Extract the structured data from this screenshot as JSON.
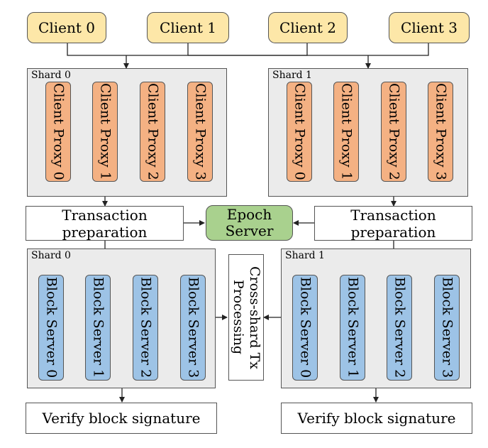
{
  "clients": [
    "Client 0",
    "Client 1",
    "Client 2",
    "Client 3"
  ],
  "shards": [
    {
      "label": "Shard 0",
      "proxies": [
        "Client Proxy 0",
        "Client Proxy 1",
        "Client Proxy 2",
        "Client Proxy 3"
      ],
      "prep": [
        "Transaction",
        "preparation"
      ],
      "servers": [
        "Block Server 0",
        "Block Server 1",
        "Block Server 2",
        "Block Server 3"
      ],
      "verify": "Verify block signature"
    },
    {
      "label": "Shard 1",
      "proxies": [
        "Client Proxy 0",
        "Client Proxy 1",
        "Client Proxy 2",
        "Client Proxy 3"
      ],
      "prep": [
        "Transaction",
        "preparation"
      ],
      "servers": [
        "Block Server 0",
        "Block Server 1",
        "Block Server 2",
        "Block Server 3"
      ],
      "verify": "Verify block signature"
    }
  ],
  "epoch": [
    "Epoch",
    "Server"
  ],
  "cross_shard": [
    "Cross-shard Tx",
    "Processing"
  ],
  "colors": {
    "client": "#fde7a8",
    "proxy": "#f4b183",
    "block_server": "#9dc3e6",
    "epoch_server": "#a9d18e",
    "shard_bg": "#ebebeb"
  }
}
